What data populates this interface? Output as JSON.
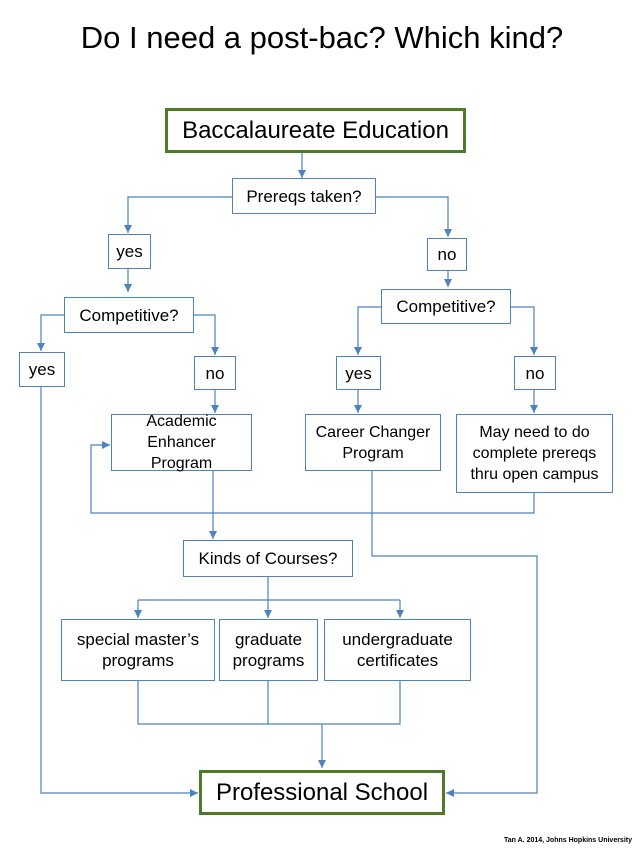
{
  "title": "Do I need a post-bac? Which kind?",
  "credit": "Tan A. 2014, Johns Hopkins University",
  "colors": {
    "connector": "#4f81bd",
    "box_border": "#4f81bd",
    "terminal_border": "#4f7a28"
  },
  "nodes": {
    "start": "Baccalaureate Education",
    "prereqs": "Prereqs taken?",
    "yes1": "yes",
    "no1": "no",
    "competitive_left": "Competitive?",
    "competitive_right": "Competitive?",
    "yes_left": "yes",
    "no_left": "no",
    "yes_right": "yes",
    "no_right": "no",
    "academic_enhancer": "Academic Enhancer\nProgram",
    "career_changer": "Career Changer\nProgram",
    "open_campus": "May need to do\ncomplete prereqs\nthru open campus",
    "kinds_of_courses": "Kinds of Courses?",
    "special_masters": "special master’s\nprograms",
    "graduate": "graduate\nprograms",
    "undergrad_certificates": "undergraduate\ncertificates",
    "professional_school": "Professional School"
  }
}
